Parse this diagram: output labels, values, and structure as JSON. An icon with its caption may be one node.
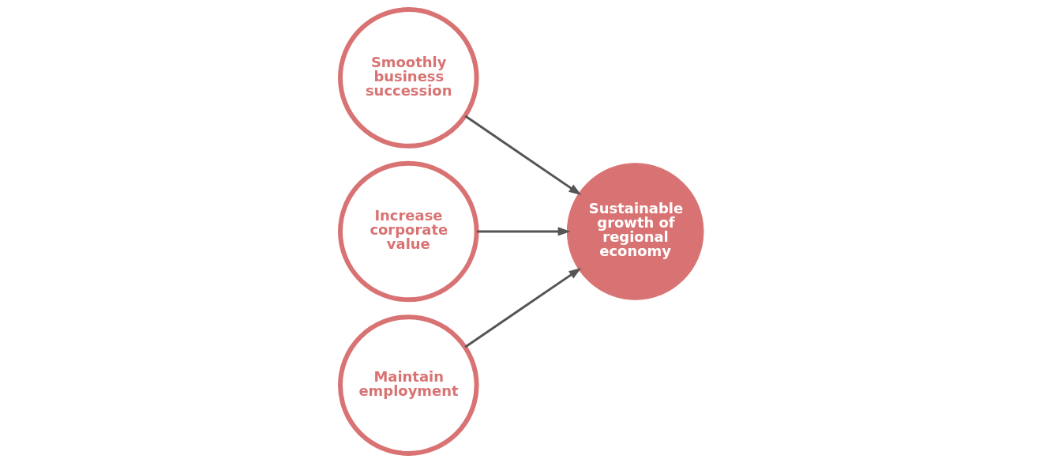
{
  "diagram": {
    "nodes": [
      {
        "text": [
          "Smoothly business succession"
        ]
      },
      {
        "text": [
          "Increase corporate value"
        ]
      },
      {
        "text": [
          "Maintain employment"
        ]
      },
      {
        "text": [
          "Sustainable growth of regional economy"
        ]
      }
    ],
    "edges": [
      {
        "from": 0,
        "to": 3,
        "arrow": "to"
      },
      {
        "from": 1,
        "to": 3,
        "arrow": "to"
      },
      {
        "from": 2,
        "to": 3,
        "arrow": "to"
      }
    ]
  }
}
